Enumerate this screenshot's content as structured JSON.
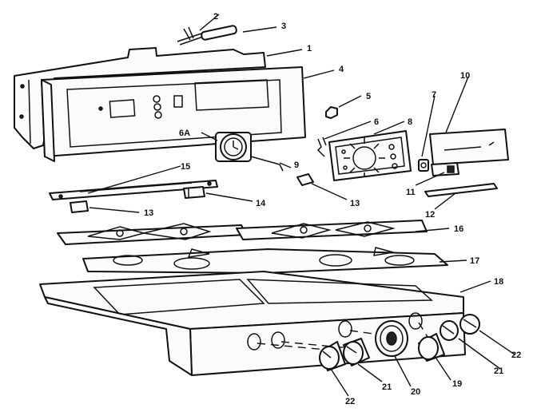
{
  "callouts": [
    "1",
    "2",
    "3",
    "4",
    "5",
    "6",
    "6A",
    "7",
    "8",
    "9",
    "10",
    "11",
    "12",
    "13",
    "13",
    "14",
    "15",
    "16",
    "17",
    "18",
    "19",
    "20",
    "21",
    "21",
    "22",
    "22"
  ],
  "clock_label": "6A",
  "colors": {
    "ink": "#111111",
    "paper": "#ffffff"
  }
}
